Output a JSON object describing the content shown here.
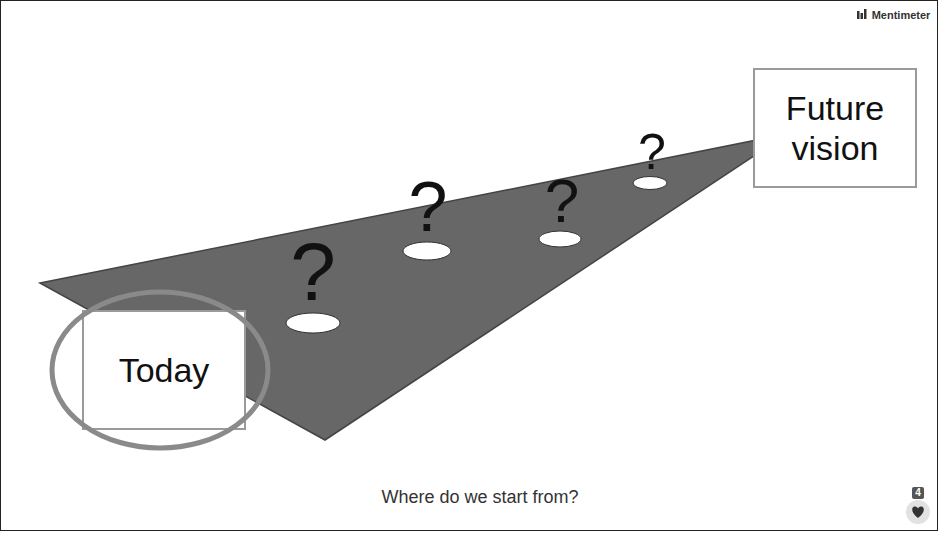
{
  "diagram": {
    "caption": "Where do we start from?",
    "nodes": [
      {
        "text": [
          "Today"
        ]
      },
      {
        "text": [
          "Future vision"
        ]
      }
    ],
    "labels": [
      "Mentimeter",
      "?",
      "?",
      "?",
      "?",
      "4"
    ]
  }
}
